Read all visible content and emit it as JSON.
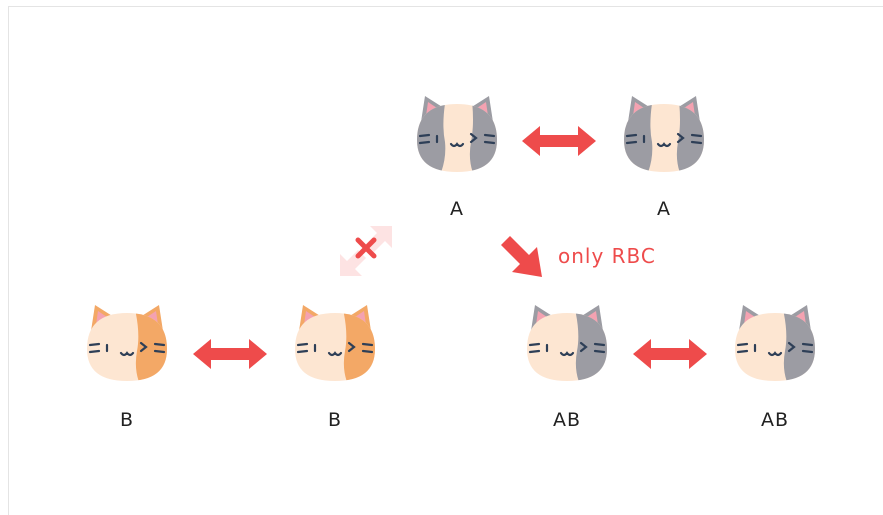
{
  "colors": {
    "accent": "#ee4b4b",
    "faded_accent": "#fde3e3",
    "cat_cream": "#fde6d2",
    "cat_gray": "#9c9ca3",
    "cat_orange": "#f3a866",
    "ear_pink": "#f4a2b1",
    "face_lines": "#2e3f57"
  },
  "groups": [
    {
      "label": "A",
      "patch": "gray",
      "icon": "cat-face-icon"
    },
    {
      "label": "A",
      "patch": "gray",
      "icon": "cat-face-icon"
    },
    {
      "label": "B",
      "patch": "orange",
      "icon": "cat-face-icon"
    },
    {
      "label": "B",
      "patch": "orange",
      "icon": "cat-face-icon"
    },
    {
      "label": "AB",
      "patch": "gray",
      "icon": "cat-face-icon"
    },
    {
      "label": "AB",
      "patch": "gray",
      "icon": "cat-face-icon"
    }
  ],
  "annotations": {
    "compatible_only": "only RBC"
  },
  "icons": {
    "double_arrow": "double-arrow-icon",
    "blocked": "cross-icon",
    "diagonal_arrow": "diagonal-arrow-icon"
  }
}
